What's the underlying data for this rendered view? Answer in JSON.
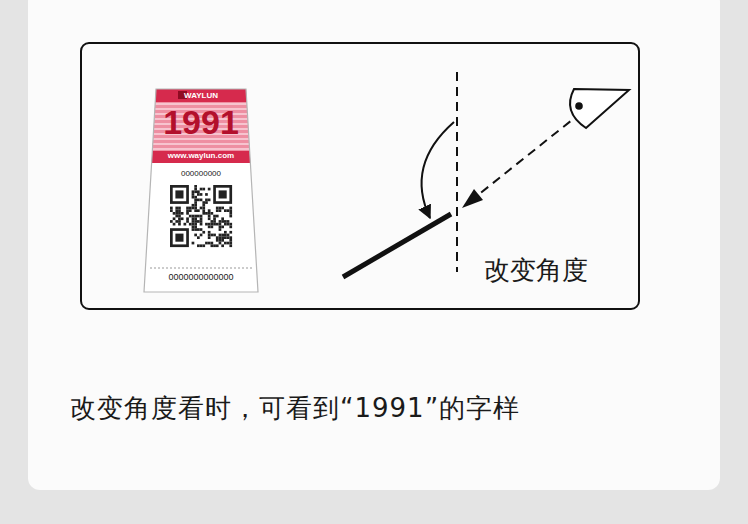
{
  "diagram": {
    "caption": "改变角度看时，可看到“1991”的字样",
    "nodes": [
      {
        "text": [
          "改变角度"
        ]
      },
      {
        "text": [
          "WAYLUN",
          "1991",
          "www.waylun.com",
          "000000000",
          "0000000000000"
        ],
        "in": 0
      }
    ]
  }
}
